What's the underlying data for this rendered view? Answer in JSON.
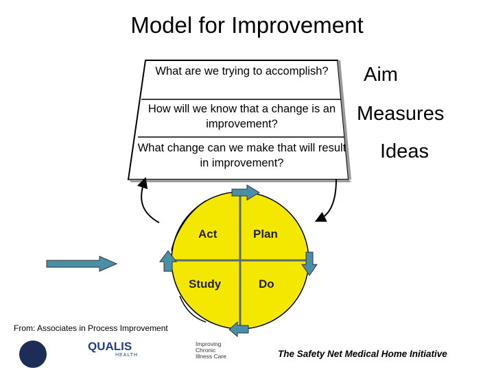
{
  "title": "Model for Improvement",
  "questions": [
    "What are we trying to accomplish?",
    "How will we know that a change is an improvement?",
    "What change can we make that will result in improvement?"
  ],
  "labels": [
    "Aim",
    "Measures",
    "Ideas"
  ],
  "pdsa": {
    "act": "Act",
    "plan": "Plan",
    "study": "Study",
    "do": "Do"
  },
  "source": "From:  Associates in Process Improvement",
  "tagline": "The Safety Net Medical Home Initiative",
  "logos": {
    "qualis": "QUALIS",
    "qualis_sub": "HEALTH",
    "iccc": [
      "Improving",
      "Chronic",
      "Illness Care"
    ]
  },
  "colors": {
    "cycle": "#f5e800",
    "arrow": "#4a8fa8"
  }
}
